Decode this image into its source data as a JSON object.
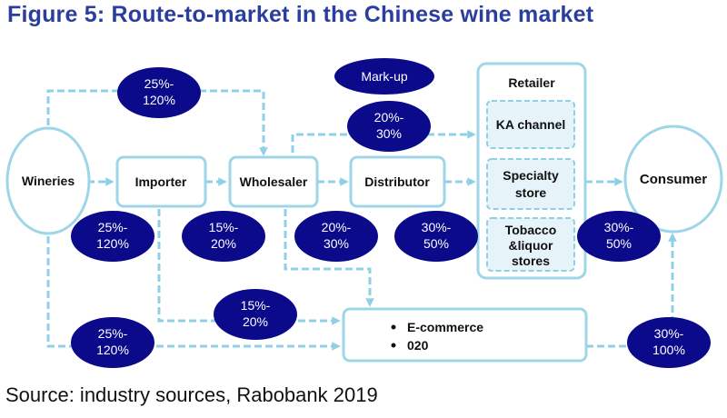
{
  "title": "Figure 5: Route-to-market in the Chinese wine market",
  "source": "Source: industry sources, Rabobank 2019",
  "colors": {
    "title": "#2a3f9d",
    "ellipse_fill": "#0b0a8a",
    "box_stroke": "#9ed6e8",
    "connector": "#8fd0e6",
    "inner_fill": "#e6f3f8"
  },
  "nodes": {
    "wineries": "Wineries",
    "importer": "Importer",
    "wholesaler": "Wholesaler",
    "distributor": "Distributor",
    "retailer": "Retailer",
    "consumer": "Consumer",
    "ka_channel": "KA channel",
    "specialty_line1": "Specialty",
    "specialty_line2": "store",
    "tobacco_line1": "Tobacco",
    "tobacco_line2": "&liquor",
    "tobacco_line3": "stores",
    "ecommerce_item1": "E-commerce",
    "ecommerce_item2": "020"
  },
  "markup_label": "Mark-up",
  "markups": {
    "wineries_wholesaler": [
      "25%-",
      "120%"
    ],
    "wineries_importer": [
      "25%-",
      "120%"
    ],
    "importer_wholesaler": [
      "15%-",
      "20%"
    ],
    "wholesaler_retailer_top": [
      "20%-",
      "30%"
    ],
    "wholesaler_distributor": [
      "20%-",
      "30%"
    ],
    "distributor_retailer": [
      "30%-",
      "50%"
    ],
    "retailer_consumer": [
      "30%-",
      "50%"
    ],
    "importer_ecommerce": [
      "15%-",
      "20%"
    ],
    "wineries_ecommerce": [
      "25%-",
      "120%"
    ],
    "ecommerce_consumer": [
      "30%-",
      "100%"
    ]
  }
}
